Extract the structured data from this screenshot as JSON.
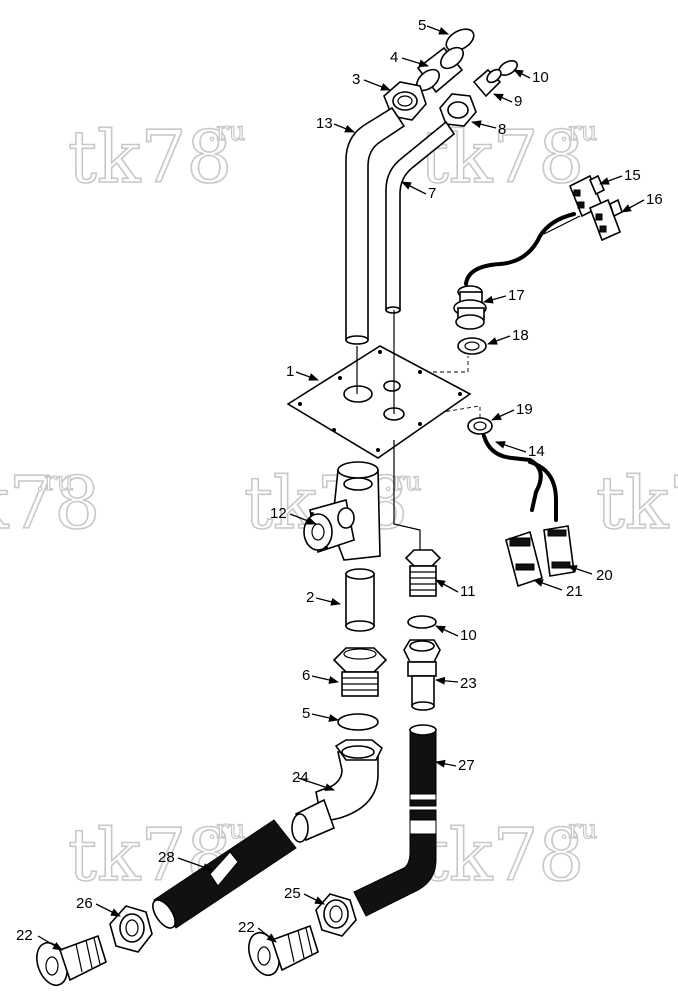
{
  "watermark": {
    "main": "tk78",
    "sup": ".ru"
  },
  "callouts": [
    {
      "id": "c1",
      "text": "1"
    },
    {
      "id": "c2",
      "text": "2"
    },
    {
      "id": "c3",
      "text": "3"
    },
    {
      "id": "c4",
      "text": "4"
    },
    {
      "id": "c5a",
      "text": "5"
    },
    {
      "id": "c5b",
      "text": "5"
    },
    {
      "id": "c6",
      "text": "6"
    },
    {
      "id": "c7",
      "text": "7"
    },
    {
      "id": "c8",
      "text": "8"
    },
    {
      "id": "c9",
      "text": "9"
    },
    {
      "id": "c10a",
      "text": "10"
    },
    {
      "id": "c10b",
      "text": "10"
    },
    {
      "id": "c11",
      "text": "11"
    },
    {
      "id": "c12",
      "text": "12"
    },
    {
      "id": "c13",
      "text": "13"
    },
    {
      "id": "c14",
      "text": "14"
    },
    {
      "id": "c15",
      "text": "15"
    },
    {
      "id": "c16",
      "text": "16"
    },
    {
      "id": "c17",
      "text": "17"
    },
    {
      "id": "c18",
      "text": "18"
    },
    {
      "id": "c19",
      "text": "19"
    },
    {
      "id": "c20",
      "text": "20"
    },
    {
      "id": "c21",
      "text": "21"
    },
    {
      "id": "c22a",
      "text": "22"
    },
    {
      "id": "c22b",
      "text": "22"
    },
    {
      "id": "c23",
      "text": "23"
    },
    {
      "id": "c24",
      "text": "24"
    },
    {
      "id": "c25",
      "text": "25"
    },
    {
      "id": "c26",
      "text": "26"
    },
    {
      "id": "c27",
      "text": "27"
    },
    {
      "id": "c28",
      "text": "28"
    }
  ]
}
